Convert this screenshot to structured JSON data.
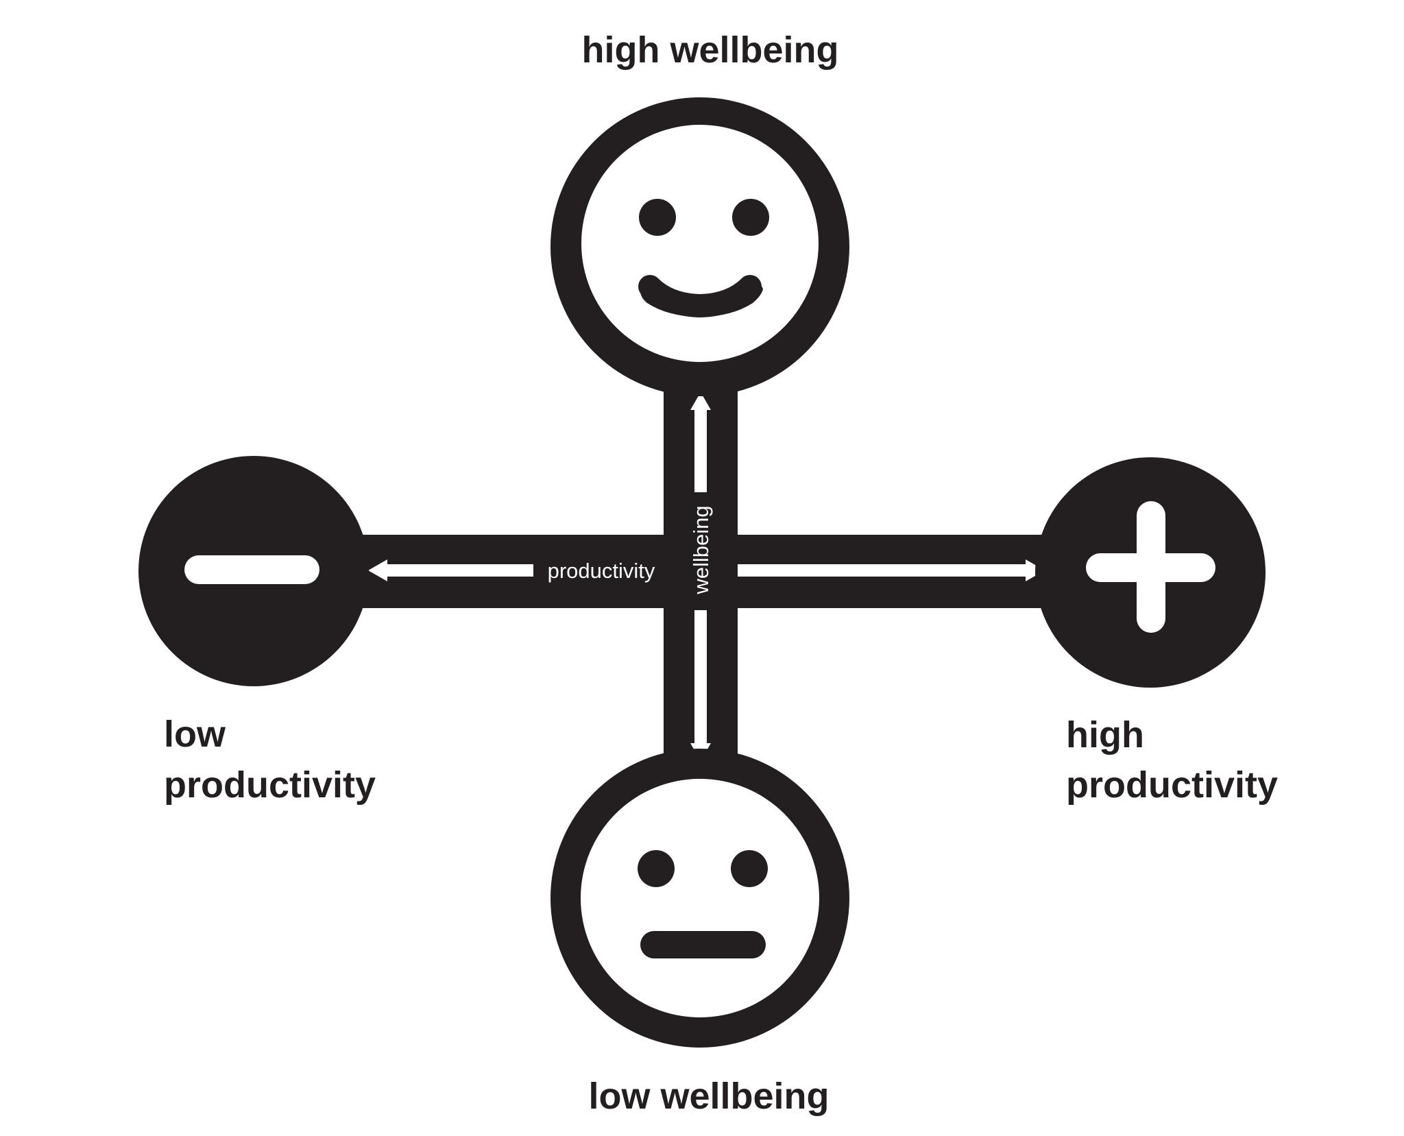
{
  "colors": {
    "ink": "#231f20",
    "paper": "#ffffff"
  },
  "labels": {
    "top": "high wellbeing",
    "bottom": "low wellbeing",
    "left_line1": "low",
    "left_line2": "productivity",
    "right_line1": "high",
    "right_line2": "productivity"
  },
  "axes": {
    "horizontal": "productivity",
    "vertical": "wellbeing"
  },
  "icons": {
    "top": "smiley-face-icon",
    "bottom": "neutral-face-icon",
    "left": "minus-icon",
    "right": "plus-icon"
  }
}
